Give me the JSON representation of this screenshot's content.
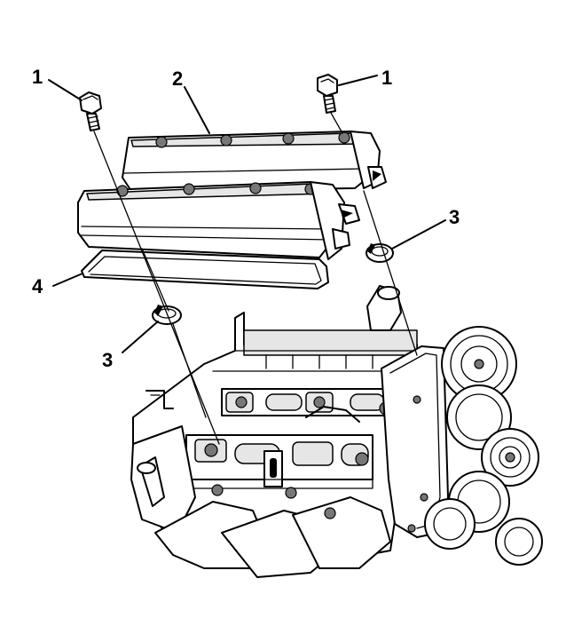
{
  "callouts": [
    {
      "id": "bolt-left",
      "label": "1"
    },
    {
      "id": "bolt-right",
      "label": "1"
    },
    {
      "id": "cover",
      "label": "2"
    },
    {
      "id": "seal-right",
      "label": "3"
    },
    {
      "id": "seal-left",
      "label": "3"
    },
    {
      "id": "gasket",
      "label": "4"
    }
  ]
}
